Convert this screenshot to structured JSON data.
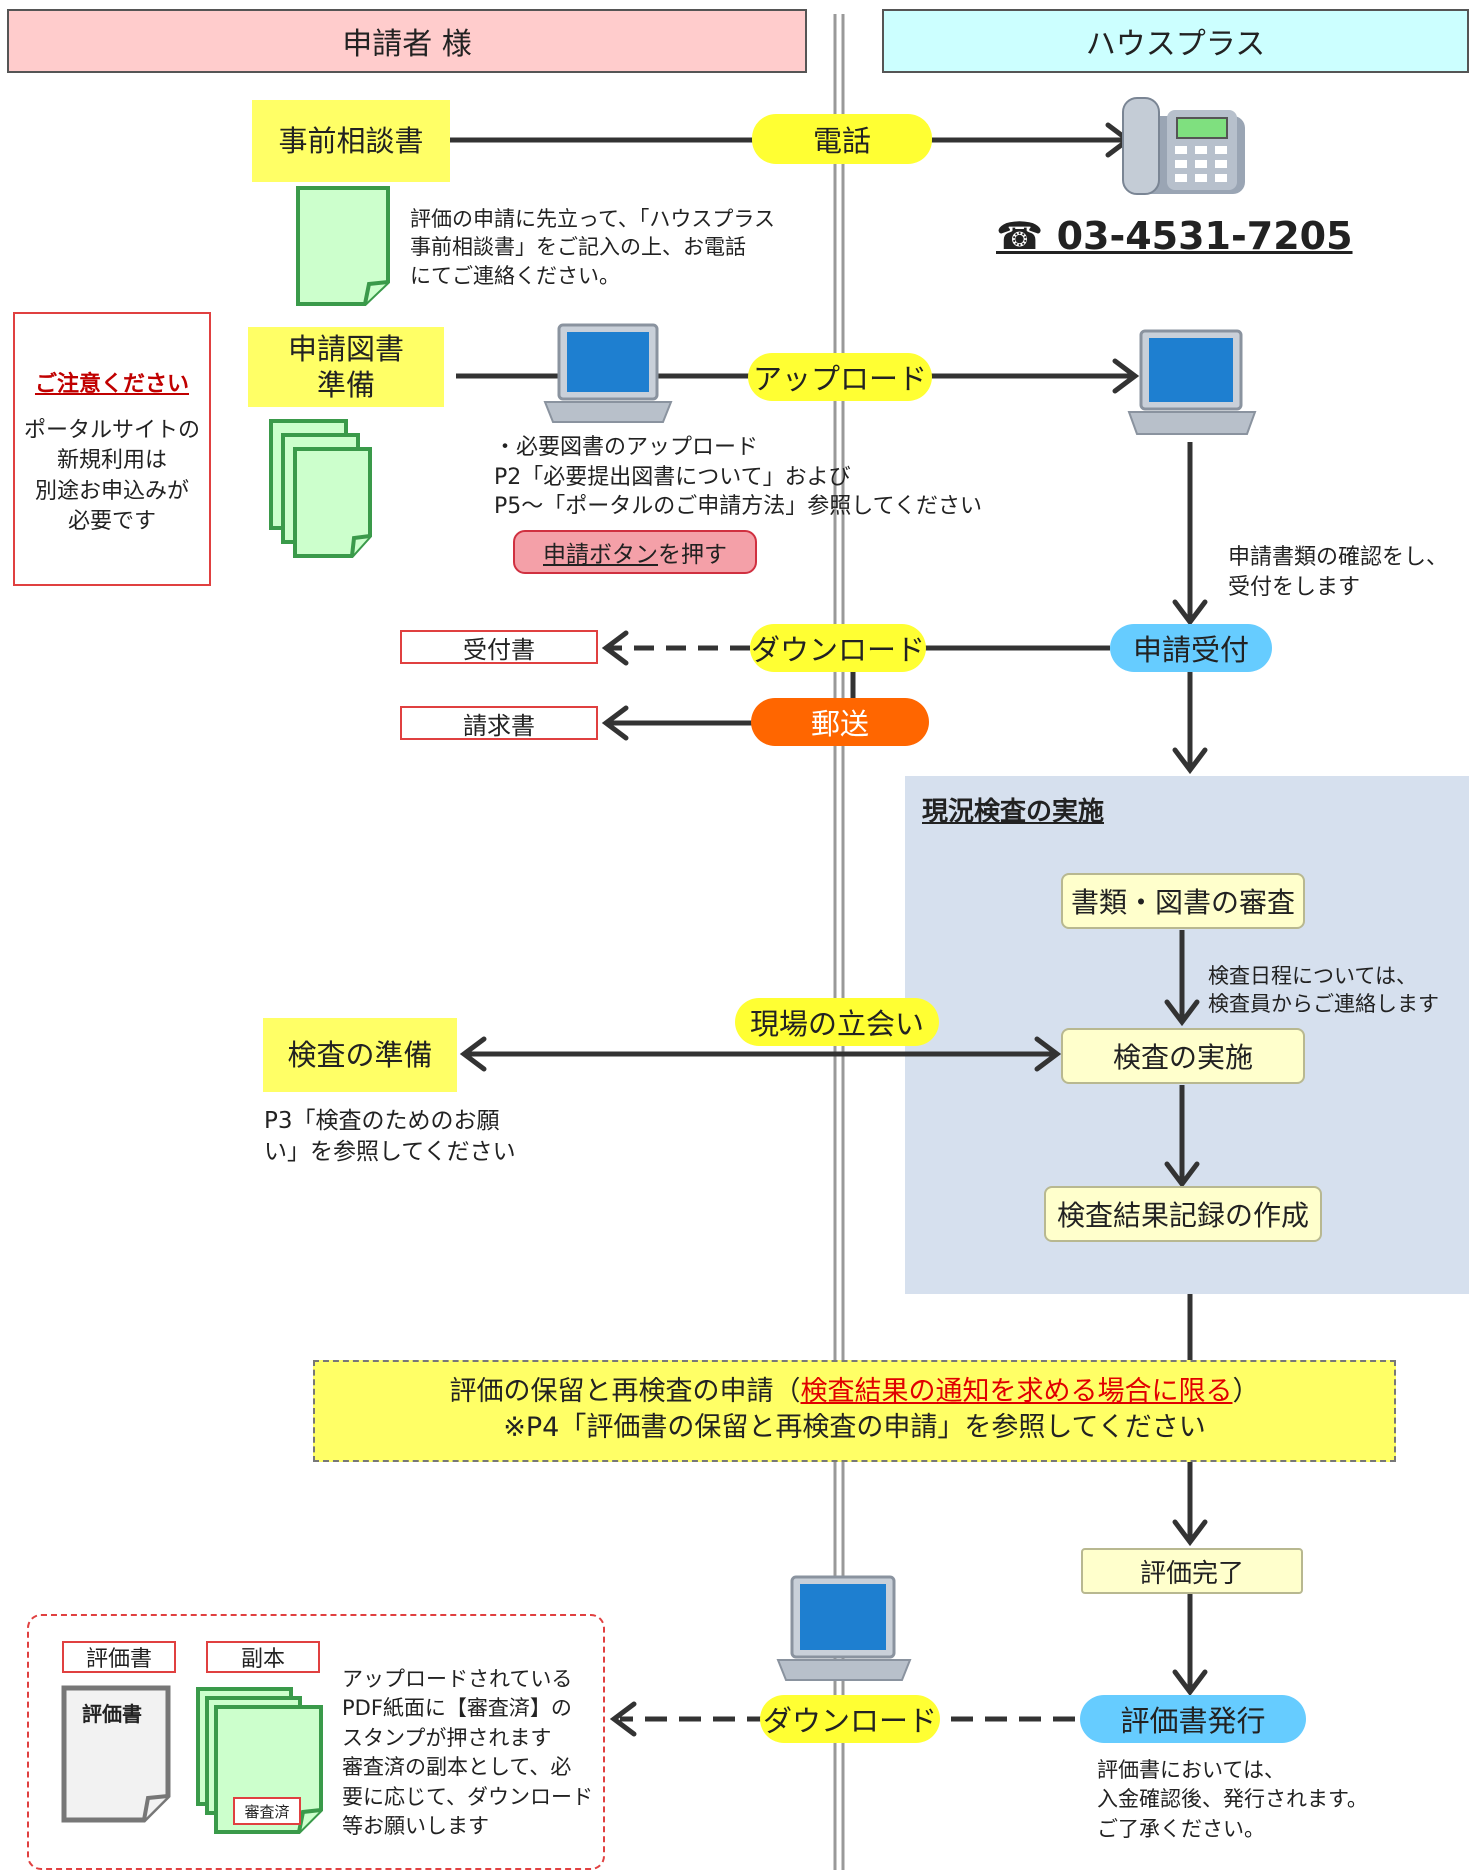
{
  "headers": {
    "left": "申請者 様",
    "right": "ハウスプラス"
  },
  "phone": {
    "number_text": "☎ 03-4531-7205",
    "icon": "telephone-icon"
  },
  "steps": {
    "consult": {
      "box": "事前相談書",
      "pill": "電話",
      "note": [
        "評価の申請に先立って、「ハウスプラス",
        "事前相談書」をご記入の上、お電話",
        "にてご連絡ください。"
      ]
    },
    "apply": {
      "box_line1": "申請図書",
      "box_line2": "準備",
      "pill": "アップロード",
      "note": [
        "・必要図書のアップロード",
        "P2「必要提出図書について」および",
        "P5～「ポータルのご申請方法」参照してください"
      ],
      "button_label": "申請ボタン",
      "button_suffix": "を押す"
    },
    "portal_notice": {
      "title": "ご注意ください",
      "body": [
        "ポータルサイトの",
        "新規利用は",
        "別途お申込みが",
        "必要です"
      ]
    },
    "confirm_note": [
      "申請書類の確認をし、",
      "受付をします"
    ],
    "receipt": {
      "pill": "申請受付",
      "download": "ダウンロード",
      "doc": "受付書"
    },
    "invoice": {
      "pill": "郵送",
      "doc": "請求書"
    },
    "inspection": {
      "title": "現況検査の実施",
      "review": "書類・図書の審査",
      "schedule_note": [
        "検査日程については、",
        "検査員からご連絡します"
      ],
      "execute": "検査の実施",
      "record": "検査結果記録の作成",
      "onsite_pill": "現場の立会い",
      "prep": "検査の準備",
      "prep_note": [
        "P3「検査のためのお願",
        "い」を参照してください"
      ]
    },
    "hold": {
      "line1_pre": "評価の保留と再検査の申請（",
      "line1_link": "検査結果の通知を求める場合に限る",
      "line1_post": "）",
      "line2": "※P4「評価書の保留と再検査の申請」を参照してください"
    },
    "complete": "評価完了",
    "issue": {
      "pill": "評価書発行",
      "download": "ダウンロード",
      "note": [
        "評価書においては、",
        "入金確認後、発行されます。",
        "ご了承ください。"
      ]
    },
    "deliverables": {
      "eval_label": "評価書",
      "copy_label": "副本",
      "doc_title": "評価書",
      "stamp": "審査済",
      "note": [
        "アップロードされている",
        "PDF紙面に【審査済】の",
        "スタンプが押されます",
        "審査済の副本として、必",
        "要に応じて、ダウンロード",
        "等お願いします"
      ]
    }
  },
  "colors": {
    "left_header": "#ffcccc",
    "right_header": "#ccffff",
    "yellow": "#ffff66",
    "orange": "#ff6600",
    "blue_pill": "#66ccff",
    "panel": "#d6e0ee",
    "doc_green": "#ccffcc"
  }
}
